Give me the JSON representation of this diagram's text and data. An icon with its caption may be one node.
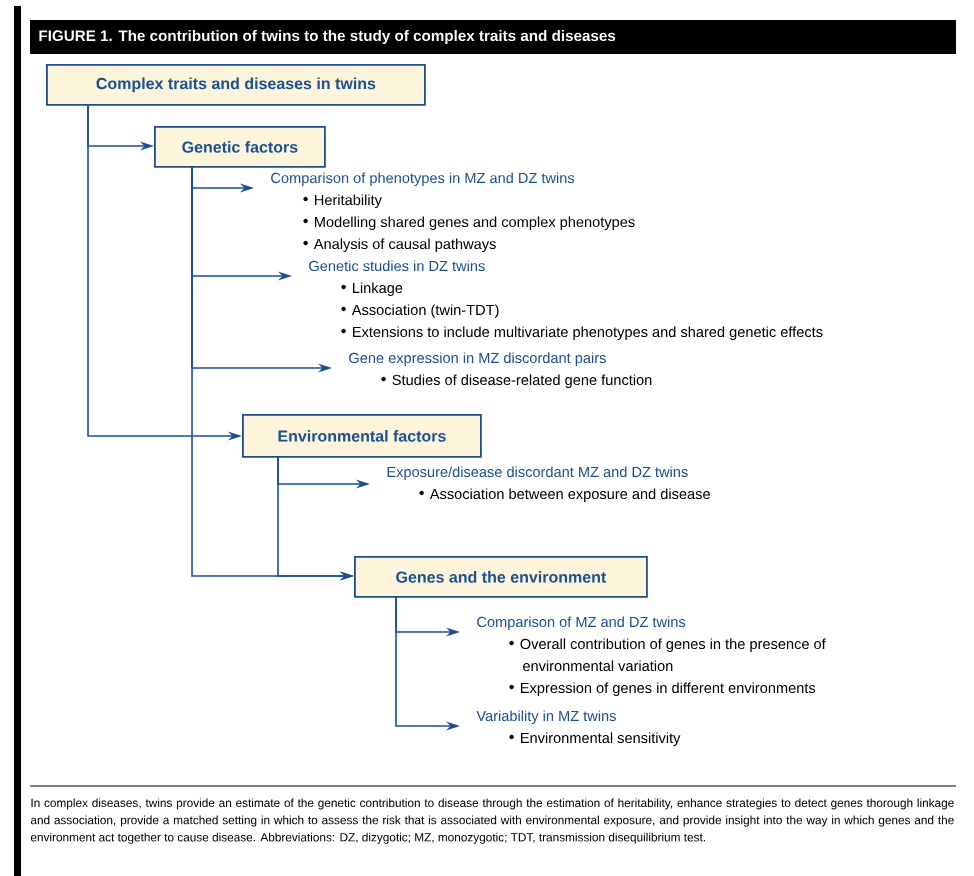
{
  "diagram": {
    "title": "FIGURE 1. The contribution of twins to the study of complex traits and diseases",
    "caption": "In complex diseases, twins provide an estimate of the genetic contribution to disease through the estimation of heritability, enhance strategies to detect genes thorough linkage and association, provide a matched setting in which to assess the risk that is associated with environmental exposure, and provide insight into the way in which genes and the environment act together to cause disease. Abbreviations: DZ, dizygotic; MZ, monozygotic; TDT, transmission disequilibrium test.",
    "nodes": [
      {
        "text": [
          "Complex traits and diseases in twins"
        ]
      },
      {
        "text": [
          "Genetic factors"
        ]
      },
      {
        "text": [
          "Comparison of phenotypes in MZ and DZ twins",
          "Heritability",
          "Modelling shared genes and complex phenotypes",
          "Analysis of causal pathways"
        ]
      },
      {
        "text": [
          "Genetic studies in DZ twins",
          "Linkage",
          "Association (twin-TDT)",
          "Extensions to include multivariate phenotypes and shared genetic effects"
        ]
      },
      {
        "text": [
          "Gene expression in MZ discordant pairs",
          "Studies of disease-related gene function"
        ]
      },
      {
        "text": [
          "Environmental factors"
        ]
      },
      {
        "text": [
          "Exposure/disease discordant MZ and DZ twins",
          "Association between exposure and disease"
        ]
      },
      {
        "text": [
          "Genes and the environment"
        ]
      },
      {
        "text": [
          "Comparison of MZ and DZ twins",
          "Overall contribution of genes in the presence of environmental variation",
          "Expression of genes in different environments"
        ]
      },
      {
        "text": [
          "Variability in MZ twins",
          "Environmental sensitivity"
        ]
      }
    ],
    "edges": [
      {
        "from": 0,
        "to": 1,
        "arrow": "to"
      },
      {
        "from": 0,
        "to": 5,
        "arrow": "to"
      },
      {
        "from": 1,
        "to": 2,
        "arrow": "to"
      },
      {
        "from": 1,
        "to": 3,
        "arrow": "to"
      },
      {
        "from": 1,
        "to": 4,
        "arrow": "to"
      },
      {
        "from": 1,
        "to": 7,
        "arrow": "to"
      },
      {
        "from": 5,
        "to": 6,
        "arrow": "to"
      },
      {
        "from": 5,
        "to": 7,
        "arrow": "to"
      },
      {
        "from": 7,
        "to": 8,
        "arrow": "to"
      },
      {
        "from": 7,
        "to": 9,
        "arrow": "to"
      }
    ]
  }
}
